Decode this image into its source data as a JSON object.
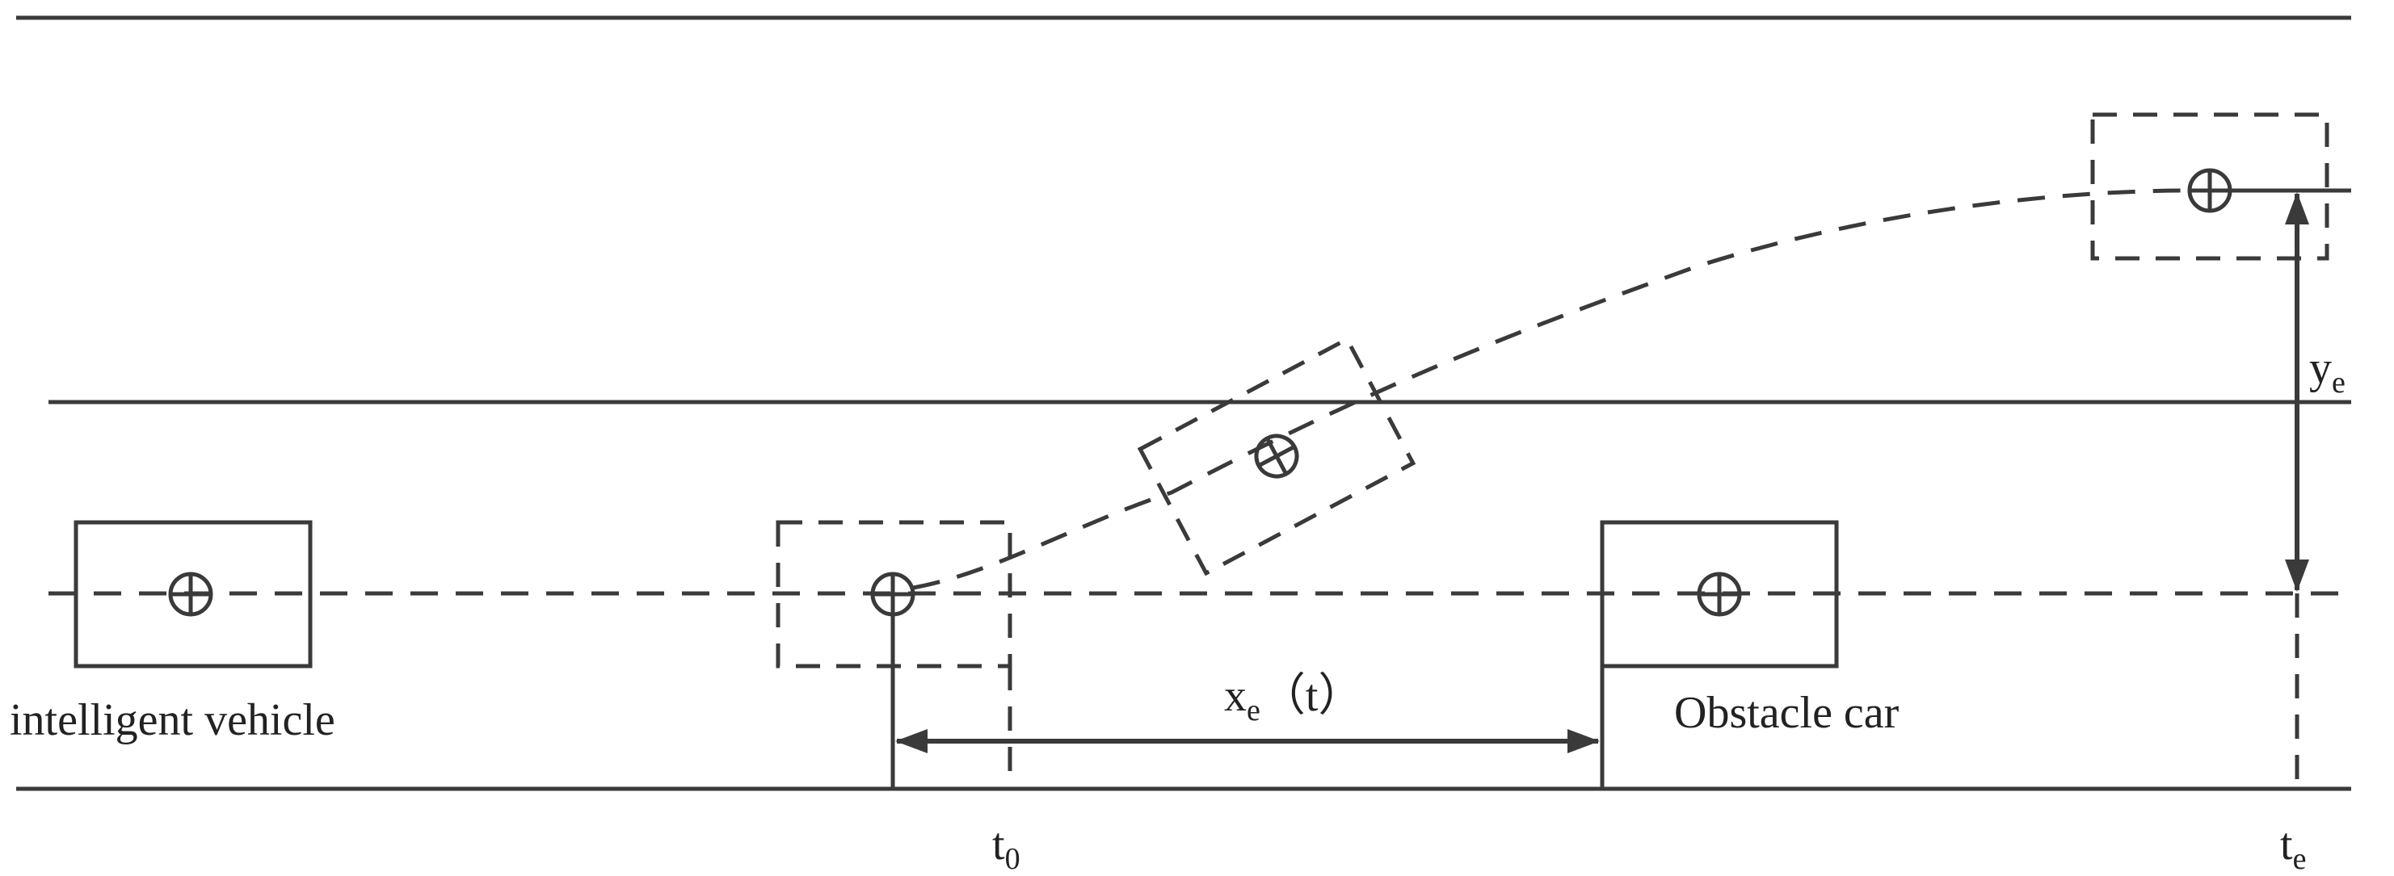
{
  "labels": {
    "intelligent_vehicle": "intelligent vehicle",
    "obstacle_car": "Obstacle car",
    "x_e_main": "x",
    "x_e_sub": "e",
    "x_e_arg": "（t）",
    "y_e_main": "y",
    "y_e_sub": "e",
    "t0_main": "t",
    "t0_sub": "0",
    "te_main": "t",
    "te_sub": "e"
  },
  "icons": {
    "vehicle_center": "circled-plus-icon",
    "arrow": "double-arrow-icon"
  },
  "colors": {
    "line": "#3a3a3a",
    "text": "#222222",
    "background": "#ffffff"
  }
}
